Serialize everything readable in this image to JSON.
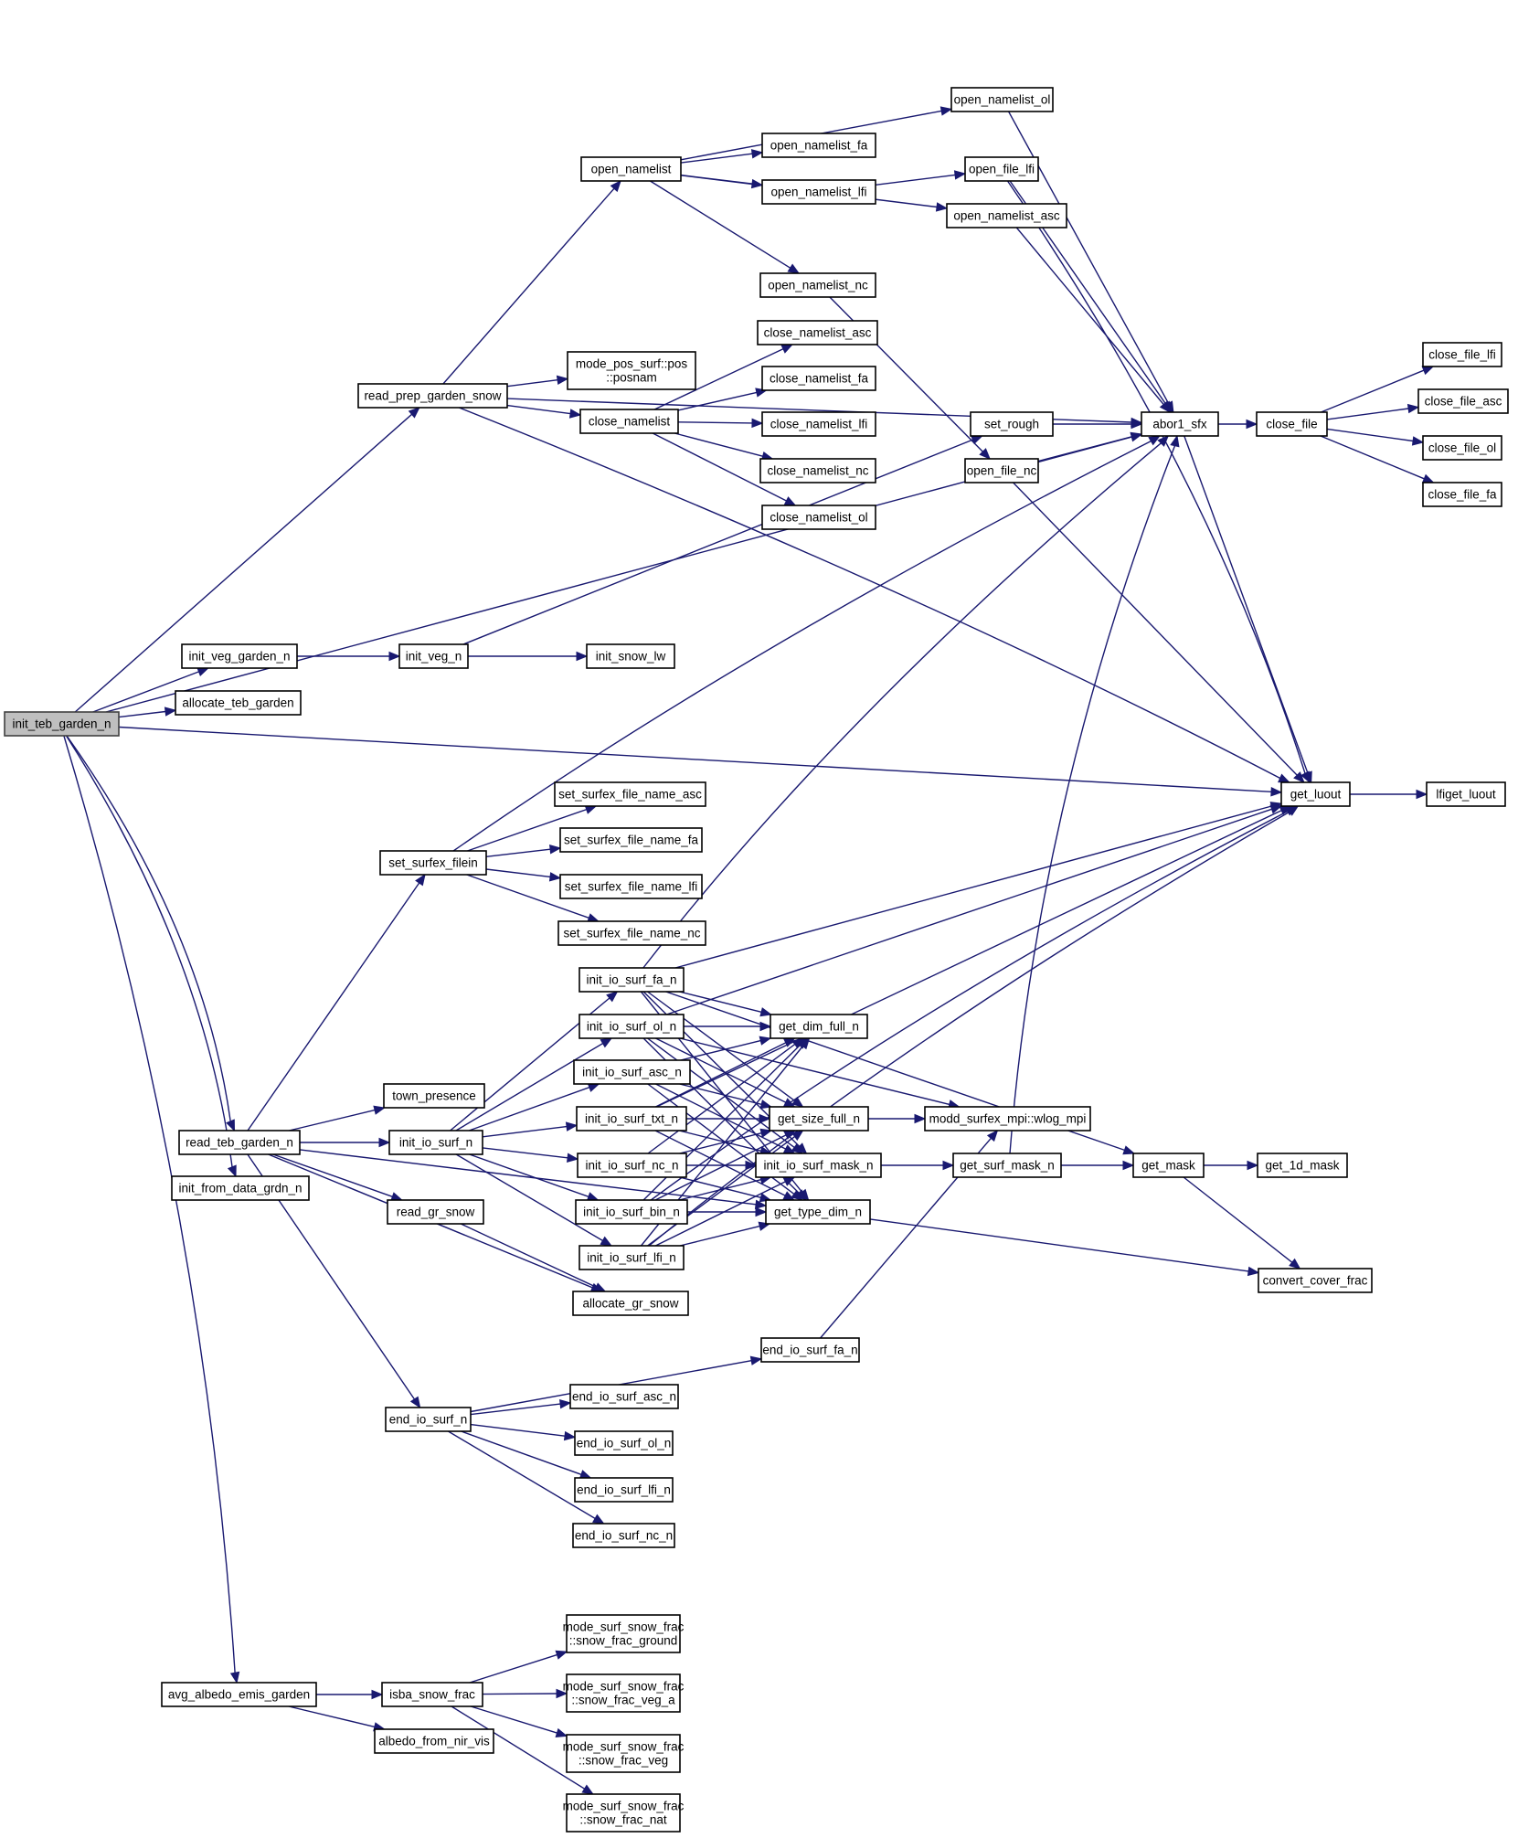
{
  "title": "Call graph of init_teb_garden_n",
  "colors": {
    "edge": "#191970",
    "node_border": "#000000",
    "root_fill": "#bfbfbf",
    "node_fill": "#ffffff"
  },
  "nodes": [
    {
      "id": "init_teb_garden_n",
      "label": [
        "init_teb_garden_n"
      ],
      "root": true
    },
    {
      "id": "read_prep_garden_snow",
      "label": [
        "read_prep_garden_snow"
      ]
    },
    {
      "id": "init_veg_garden_n",
      "label": [
        "init_veg_garden_n"
      ]
    },
    {
      "id": "allocate_teb_garden",
      "label": [
        "allocate_teb_garden"
      ]
    },
    {
      "id": "read_teb_garden_n",
      "label": [
        "read_teb_garden_n"
      ]
    },
    {
      "id": "init_from_data_grdn_n",
      "label": [
        "init_from_data_grdn_n"
      ]
    },
    {
      "id": "avg_albedo_emis_garden",
      "label": [
        "avg_albedo_emis_garden"
      ]
    },
    {
      "id": "open_namelist",
      "label": [
        "open_namelist"
      ]
    },
    {
      "id": "mode_pos_surf_posnam",
      "label": [
        "mode_pos_surf::pos",
        "::posnam"
      ]
    },
    {
      "id": "close_namelist",
      "label": [
        "close_namelist"
      ]
    },
    {
      "id": "init_veg_n",
      "label": [
        "init_veg_n"
      ]
    },
    {
      "id": "set_surfex_filein",
      "label": [
        "set_surfex_filein"
      ]
    },
    {
      "id": "town_presence",
      "label": [
        "town_presence"
      ]
    },
    {
      "id": "init_io_surf_n",
      "label": [
        "init_io_surf_n"
      ]
    },
    {
      "id": "read_gr_snow",
      "label": [
        "read_gr_snow"
      ]
    },
    {
      "id": "allocate_gr_snow",
      "label": [
        "allocate_gr_snow"
      ]
    },
    {
      "id": "end_io_surf_n",
      "label": [
        "end_io_surf_n"
      ]
    },
    {
      "id": "isba_snow_frac",
      "label": [
        "isba_snow_frac"
      ]
    },
    {
      "id": "albedo_from_nir_vis",
      "label": [
        "albedo_from_nir_vis"
      ]
    },
    {
      "id": "open_namelist_fa",
      "label": [
        "open_namelist_fa"
      ]
    },
    {
      "id": "open_namelist_lfi",
      "label": [
        "open_namelist_lfi"
      ]
    },
    {
      "id": "open_namelist_nc",
      "label": [
        "open_namelist_nc"
      ]
    },
    {
      "id": "close_namelist_asc",
      "label": [
        "close_namelist_asc"
      ]
    },
    {
      "id": "close_namelist_fa",
      "label": [
        "close_namelist_fa"
      ]
    },
    {
      "id": "close_namelist_lfi",
      "label": [
        "close_namelist_lfi"
      ]
    },
    {
      "id": "close_namelist_nc",
      "label": [
        "close_namelist_nc"
      ]
    },
    {
      "id": "close_namelist_ol",
      "label": [
        "close_namelist_ol"
      ]
    },
    {
      "id": "init_snow_lw",
      "label": [
        "init_snow_lw"
      ]
    },
    {
      "id": "set_surfex_file_name_asc",
      "label": [
        "set_surfex_file_name_asc"
      ]
    },
    {
      "id": "set_surfex_file_name_fa",
      "label": [
        "set_surfex_file_name_fa"
      ]
    },
    {
      "id": "set_surfex_file_name_lfi",
      "label": [
        "set_surfex_file_name_lfi"
      ]
    },
    {
      "id": "set_surfex_file_name_nc",
      "label": [
        "set_surfex_file_name_nc"
      ]
    },
    {
      "id": "init_io_surf_fa_n",
      "label": [
        "init_io_surf_fa_n"
      ]
    },
    {
      "id": "init_io_surf_ol_n",
      "label": [
        "init_io_surf_ol_n"
      ]
    },
    {
      "id": "init_io_surf_asc_n",
      "label": [
        "init_io_surf_asc_n"
      ]
    },
    {
      "id": "init_io_surf_txt_n",
      "label": [
        "init_io_surf_txt_n"
      ]
    },
    {
      "id": "init_io_surf_nc_n",
      "label": [
        "init_io_surf_nc_n"
      ]
    },
    {
      "id": "init_io_surf_bin_n",
      "label": [
        "init_io_surf_bin_n"
      ]
    },
    {
      "id": "init_io_surf_lfi_n",
      "label": [
        "init_io_surf_lfi_n"
      ]
    },
    {
      "id": "end_io_surf_asc_n",
      "label": [
        "end_io_surf_asc_n"
      ]
    },
    {
      "id": "end_io_surf_ol_n",
      "label": [
        "end_io_surf_ol_n"
      ]
    },
    {
      "id": "end_io_surf_lfi_n",
      "label": [
        "end_io_surf_lfi_n"
      ]
    },
    {
      "id": "end_io_surf_nc_n",
      "label": [
        "end_io_surf_nc_n"
      ]
    },
    {
      "id": "end_io_surf_fa_n",
      "label": [
        "end_io_surf_fa_n"
      ]
    },
    {
      "id": "snow_frac_ground",
      "label": [
        "mode_surf_snow_frac",
        "::snow_frac_ground"
      ]
    },
    {
      "id": "snow_frac_veg_a",
      "label": [
        "mode_surf_snow_frac",
        "::snow_frac_veg_a"
      ]
    },
    {
      "id": "snow_frac_veg",
      "label": [
        "mode_surf_snow_frac",
        "::snow_frac_veg"
      ]
    },
    {
      "id": "snow_frac_nat",
      "label": [
        "mode_surf_snow_frac",
        "::snow_frac_nat"
      ]
    },
    {
      "id": "open_namelist_ol",
      "label": [
        "open_namelist_ol"
      ]
    },
    {
      "id": "open_file_lfi",
      "label": [
        "open_file_lfi"
      ]
    },
    {
      "id": "open_namelist_asc",
      "label": [
        "open_namelist_asc"
      ]
    },
    {
      "id": "set_rough",
      "label": [
        "set_rough"
      ]
    },
    {
      "id": "open_file_nc",
      "label": [
        "open_file_nc"
      ]
    },
    {
      "id": "get_dim_full_n",
      "label": [
        "get_dim_full_n"
      ]
    },
    {
      "id": "get_size_full_n",
      "label": [
        "get_size_full_n"
      ]
    },
    {
      "id": "init_io_surf_mask_n",
      "label": [
        "init_io_surf_mask_n"
      ]
    },
    {
      "id": "get_type_dim_n",
      "label": [
        "get_type_dim_n"
      ]
    },
    {
      "id": "wlog_mpi",
      "label": [
        "modd_surfex_mpi::wlog_mpi"
      ]
    },
    {
      "id": "get_surf_mask_n",
      "label": [
        "get_surf_mask_n"
      ]
    },
    {
      "id": "abor1_sfx",
      "label": [
        "abor1_sfx"
      ]
    },
    {
      "id": "get_luout",
      "label": [
        "get_luout"
      ]
    },
    {
      "id": "get_mask",
      "label": [
        "get_mask"
      ]
    },
    {
      "id": "close_file",
      "label": [
        "close_file"
      ]
    },
    {
      "id": "lfiget_luout",
      "label": [
        "lfiget_luout"
      ]
    },
    {
      "id": "get_1d_mask",
      "label": [
        "get_1d_mask"
      ]
    },
    {
      "id": "convert_cover_frac",
      "label": [
        "convert_cover_frac"
      ]
    },
    {
      "id": "close_file_lfi",
      "label": [
        "close_file_lfi"
      ]
    },
    {
      "id": "close_file_asc",
      "label": [
        "close_file_asc"
      ]
    },
    {
      "id": "close_file_ol",
      "label": [
        "close_file_ol"
      ]
    },
    {
      "id": "close_file_fa",
      "label": [
        "close_file_fa"
      ]
    }
  ],
  "edges": [
    [
      "init_teb_garden_n",
      "read_prep_garden_snow"
    ],
    [
      "init_teb_garden_n",
      "init_veg_garden_n"
    ],
    [
      "init_teb_garden_n",
      "allocate_teb_garden"
    ],
    [
      "init_teb_garden_n",
      "read_teb_garden_n"
    ],
    [
      "init_teb_garden_n",
      "init_from_data_grdn_n"
    ],
    [
      "init_teb_garden_n",
      "avg_albedo_emis_garden"
    ],
    [
      "init_teb_garden_n",
      "abor1_sfx"
    ],
    [
      "init_teb_garden_n",
      "get_luout"
    ],
    [
      "read_prep_garden_snow",
      "open_namelist"
    ],
    [
      "read_prep_garden_snow",
      "mode_pos_surf_posnam"
    ],
    [
      "read_prep_garden_snow",
      "close_namelist"
    ],
    [
      "read_prep_garden_snow",
      "abor1_sfx"
    ],
    [
      "read_prep_garden_snow",
      "get_luout"
    ],
    [
      "open_namelist",
      "open_namelist_ol"
    ],
    [
      "open_namelist",
      "open_namelist_fa"
    ],
    [
      "open_namelist",
      "open_namelist_lfi"
    ],
    [
      "open_namelist",
      "open_namelist_asc"
    ],
    [
      "open_namelist",
      "open_namelist_nc"
    ],
    [
      "open_namelist_lfi",
      "open_file_lfi"
    ],
    [
      "open_namelist_ol",
      "abor1_sfx"
    ],
    [
      "open_file_lfi",
      "abor1_sfx"
    ],
    [
      "open_file_lfi",
      "get_luout"
    ],
    [
      "open_namelist_asc",
      "abor1_sfx"
    ],
    [
      "open_namelist_nc",
      "open_file_nc"
    ],
    [
      "close_namelist",
      "close_namelist_asc"
    ],
    [
      "close_namelist",
      "close_namelist_fa"
    ],
    [
      "close_namelist",
      "close_namelist_lfi"
    ],
    [
      "close_namelist",
      "close_namelist_nc"
    ],
    [
      "close_namelist",
      "close_namelist_ol"
    ],
    [
      "init_veg_garden_n",
      "init_veg_n"
    ],
    [
      "init_veg_n",
      "init_snow_lw"
    ],
    [
      "init_veg_n",
      "set_rough"
    ],
    [
      "set_rough",
      "abor1_sfx"
    ],
    [
      "open_file_nc",
      "abor1_sfx"
    ],
    [
      "open_file_nc",
      "get_luout"
    ],
    [
      "abor1_sfx",
      "close_file"
    ],
    [
      "abor1_sfx",
      "get_luout"
    ],
    [
      "close_file",
      "close_file_lfi"
    ],
    [
      "close_file",
      "close_file_asc"
    ],
    [
      "close_file",
      "close_file_ol"
    ],
    [
      "close_file",
      "close_file_fa"
    ],
    [
      "get_luout",
      "lfiget_luout"
    ],
    [
      "read_teb_garden_n",
      "set_surfex_filein"
    ],
    [
      "read_teb_garden_n",
      "town_presence"
    ],
    [
      "read_teb_garden_n",
      "init_io_surf_n"
    ],
    [
      "read_teb_garden_n",
      "read_gr_snow"
    ],
    [
      "read_teb_garden_n",
      "allocate_gr_snow"
    ],
    [
      "read_teb_garden_n",
      "end_io_surf_n"
    ],
    [
      "read_teb_garden_n",
      "get_type_dim_n"
    ],
    [
      "set_surfex_filein",
      "set_surfex_file_name_asc"
    ],
    [
      "set_surfex_filein",
      "set_surfex_file_name_fa"
    ],
    [
      "set_surfex_filein",
      "set_surfex_file_name_lfi"
    ],
    [
      "set_surfex_filein",
      "set_surfex_file_name_nc"
    ],
    [
      "set_surfex_filein",
      "abor1_sfx"
    ],
    [
      "init_io_surf_n",
      "init_io_surf_fa_n"
    ],
    [
      "init_io_surf_n",
      "init_io_surf_ol_n"
    ],
    [
      "init_io_surf_n",
      "init_io_surf_asc_n"
    ],
    [
      "init_io_surf_n",
      "init_io_surf_txt_n"
    ],
    [
      "init_io_surf_n",
      "init_io_surf_nc_n"
    ],
    [
      "init_io_surf_n",
      "init_io_surf_bin_n"
    ],
    [
      "init_io_surf_n",
      "init_io_surf_lfi_n"
    ],
    [
      "init_io_surf_fa_n",
      "get_dim_full_n"
    ],
    [
      "init_io_surf_fa_n",
      "get_size_full_n"
    ],
    [
      "init_io_surf_fa_n",
      "init_io_surf_mask_n"
    ],
    [
      "init_io_surf_fa_n",
      "get_type_dim_n"
    ],
    [
      "init_io_surf_fa_n",
      "abor1_sfx"
    ],
    [
      "init_io_surf_fa_n",
      "get_luout"
    ],
    [
      "init_io_surf_fa_n",
      "get_mask"
    ],
    [
      "init_io_surf_ol_n",
      "get_dim_full_n"
    ],
    [
      "init_io_surf_ol_n",
      "get_size_full_n"
    ],
    [
      "init_io_surf_ol_n",
      "init_io_surf_mask_n"
    ],
    [
      "init_io_surf_ol_n",
      "get_type_dim_n"
    ],
    [
      "init_io_surf_ol_n",
      "get_luout"
    ],
    [
      "init_io_surf_ol_n",
      "wlog_mpi"
    ],
    [
      "init_io_surf_asc_n",
      "get_dim_full_n"
    ],
    [
      "init_io_surf_asc_n",
      "get_size_full_n"
    ],
    [
      "init_io_surf_asc_n",
      "init_io_surf_mask_n"
    ],
    [
      "init_io_surf_asc_n",
      "get_type_dim_n"
    ],
    [
      "init_io_surf_txt_n",
      "get_dim_full_n"
    ],
    [
      "init_io_surf_txt_n",
      "get_size_full_n"
    ],
    [
      "init_io_surf_txt_n",
      "init_io_surf_mask_n"
    ],
    [
      "init_io_surf_txt_n",
      "get_type_dim_n"
    ],
    [
      "init_io_surf_txt_n",
      "get_luout"
    ],
    [
      "init_io_surf_nc_n",
      "get_dim_full_n"
    ],
    [
      "init_io_surf_nc_n",
      "get_size_full_n"
    ],
    [
      "init_io_surf_nc_n",
      "init_io_surf_mask_n"
    ],
    [
      "init_io_surf_nc_n",
      "get_type_dim_n"
    ],
    [
      "init_io_surf_bin_n",
      "get_dim_full_n"
    ],
    [
      "init_io_surf_bin_n",
      "get_size_full_n"
    ],
    [
      "init_io_surf_bin_n",
      "init_io_surf_mask_n"
    ],
    [
      "init_io_surf_bin_n",
      "get_type_dim_n"
    ],
    [
      "init_io_surf_bin_n",
      "get_luout"
    ],
    [
      "init_io_surf_lfi_n",
      "get_dim_full_n"
    ],
    [
      "init_io_surf_lfi_n",
      "get_size_full_n"
    ],
    [
      "init_io_surf_lfi_n",
      "init_io_surf_mask_n"
    ],
    [
      "init_io_surf_lfi_n",
      "get_type_dim_n"
    ],
    [
      "init_io_surf_lfi_n",
      "get_luout"
    ],
    [
      "get_size_full_n",
      "wlog_mpi"
    ],
    [
      "init_io_surf_mask_n",
      "get_surf_mask_n"
    ],
    [
      "get_surf_mask_n",
      "get_mask"
    ],
    [
      "get_surf_mask_n",
      "abor1_sfx"
    ],
    [
      "get_mask",
      "get_1d_mask"
    ],
    [
      "get_mask",
      "convert_cover_frac"
    ],
    [
      "get_type_dim_n",
      "convert_cover_frac"
    ],
    [
      "read_gr_snow",
      "allocate_gr_snow"
    ],
    [
      "end_io_surf_n",
      "end_io_surf_fa_n"
    ],
    [
      "end_io_surf_n",
      "end_io_surf_asc_n"
    ],
    [
      "end_io_surf_n",
      "end_io_surf_ol_n"
    ],
    [
      "end_io_surf_n",
      "end_io_surf_lfi_n"
    ],
    [
      "end_io_surf_n",
      "end_io_surf_nc_n"
    ],
    [
      "end_io_surf_fa_n",
      "wlog_mpi"
    ],
    [
      "avg_albedo_emis_garden",
      "isba_snow_frac"
    ],
    [
      "avg_albedo_emis_garden",
      "albedo_from_nir_vis"
    ],
    [
      "isba_snow_frac",
      "snow_frac_ground"
    ],
    [
      "isba_snow_frac",
      "snow_frac_veg_a"
    ],
    [
      "isba_snow_frac",
      "snow_frac_veg"
    ],
    [
      "isba_snow_frac",
      "snow_frac_nat"
    ]
  ]
}
